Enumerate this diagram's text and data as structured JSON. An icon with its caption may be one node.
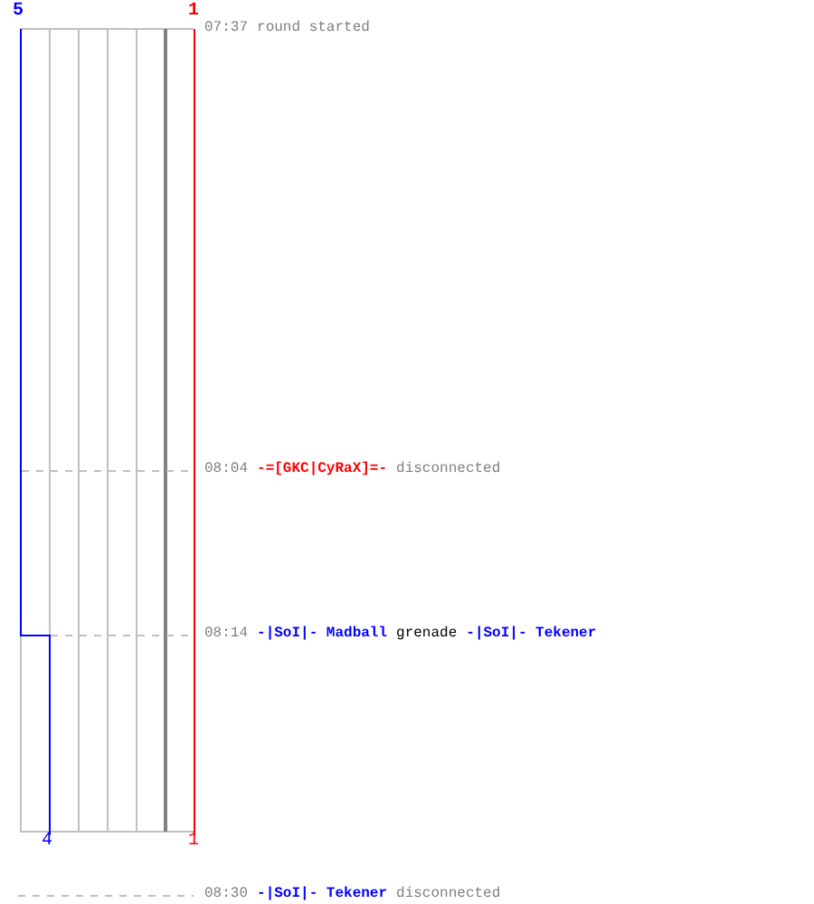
{
  "diagram": {
    "labels": [
      "5",
      "1",
      "07:37",
      "round started",
      "08:04",
      "-=[GKC|CyRaX]=-",
      "disconnected",
      "08:14",
      "-|SoI|- Madball",
      "grenade",
      "-|SoI|- Tekener",
      "4",
      "1",
      "08:30",
      "-|SoI|- Tekener",
      "disconnected"
    ]
  }
}
